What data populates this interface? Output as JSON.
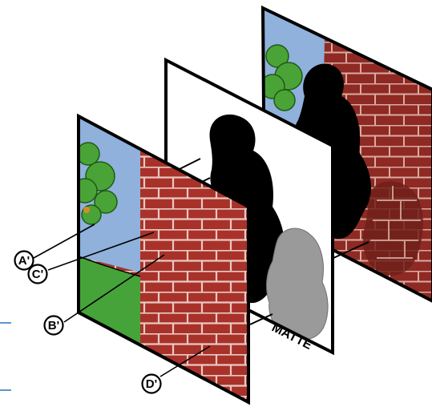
{
  "diagram": {
    "callouts": [
      {
        "id": "a",
        "label": "A'"
      },
      {
        "id": "c",
        "label": "C'"
      },
      {
        "id": "b",
        "label": "B'"
      },
      {
        "id": "d",
        "label": "D'"
      }
    ],
    "matte_label": "MATTE",
    "layers": [
      "background-plate",
      "matte-plate",
      "foreground-plate"
    ],
    "colors": {
      "sky": "#8fb1dc",
      "brick": "#a8322a",
      "brick_dark": "#7a231d",
      "mortar": "#e9c9c2",
      "grass": "#46a33a",
      "bush": "#4aa336",
      "silhouette": "#000000",
      "matte_gray": "#9a9a9a",
      "accent_line": "#2c6fc4"
    }
  }
}
